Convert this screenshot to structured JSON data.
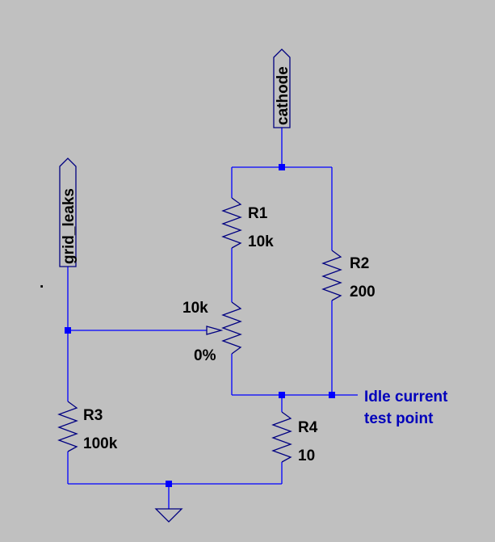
{
  "colors": {
    "background": "#c0c0c0",
    "wire": "#0000ff",
    "component": "#000080",
    "label": "#000000",
    "annotation": "#0000bb"
  },
  "net_labels": {
    "cathode": "cathode",
    "grid_leaks": "grid_leaks"
  },
  "components": {
    "r1": {
      "name": "R1",
      "value": "10k"
    },
    "r2": {
      "name": "R2",
      "value": "200"
    },
    "r3": {
      "name": "R3",
      "value": "100k"
    },
    "r4": {
      "name": "R4",
      "value": "10"
    },
    "pot": {
      "value": "10k",
      "position": "0%"
    }
  },
  "annotation": {
    "line1": "Idle current",
    "line2": "test point"
  },
  "stray_mark": "."
}
